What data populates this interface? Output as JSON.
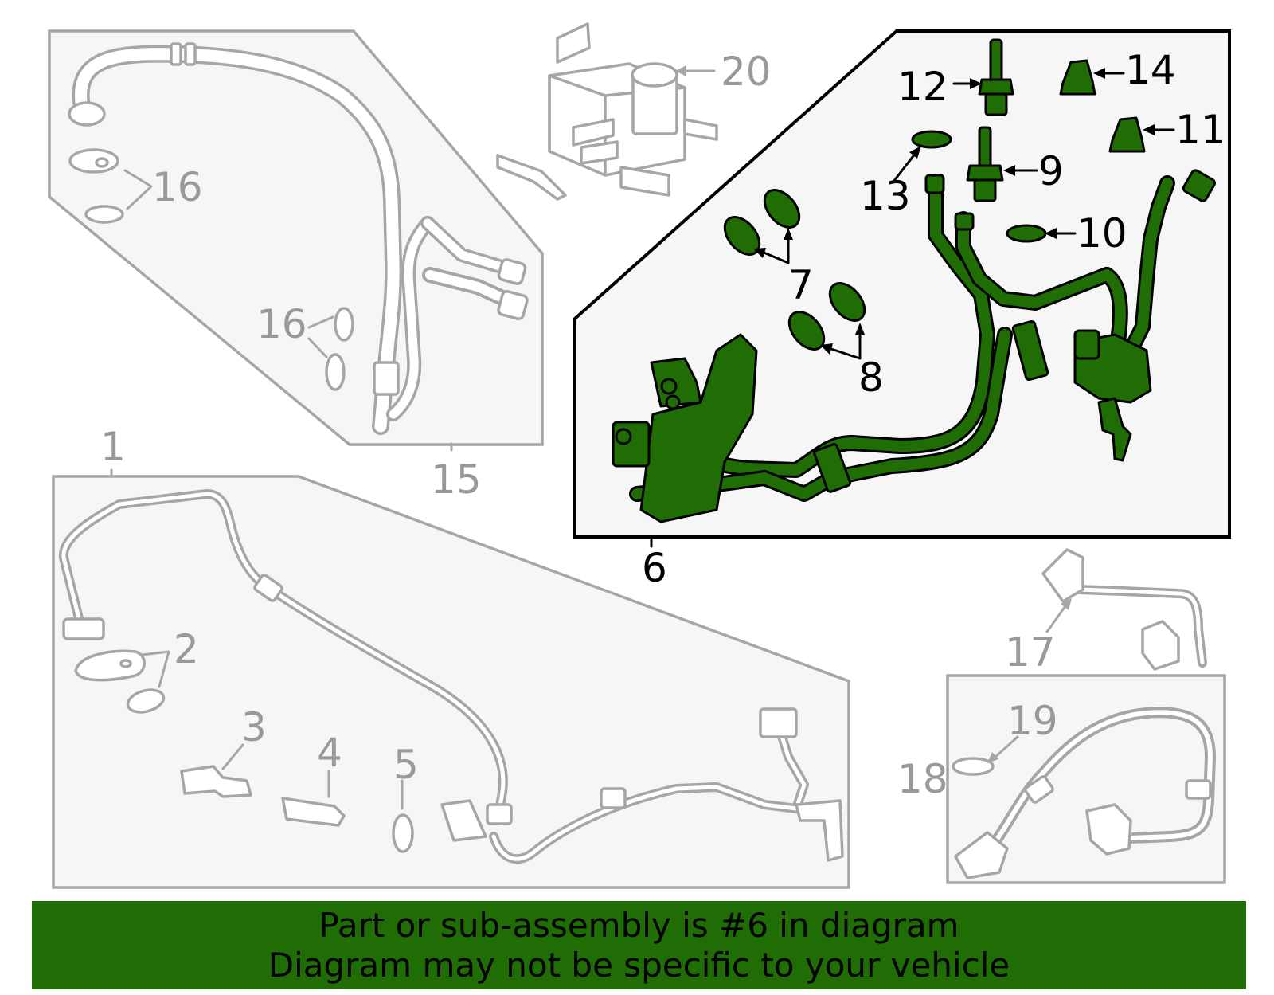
{
  "colors": {
    "highlight": "#1f6d04",
    "footer_bg": "#1f6d04",
    "faded_part": "#a6a6a6",
    "faded_label": "#999999"
  },
  "callouts": {
    "c1": "1",
    "c2": "2",
    "c3": "3",
    "c4": "4",
    "c5": "5",
    "c6": "6",
    "c7": "7",
    "c8": "8",
    "c9": "9",
    "c10": "10",
    "c11": "11",
    "c12": "12",
    "c13": "13",
    "c14": "14",
    "c15": "15",
    "c16a": "16",
    "c16b": "16",
    "c17": "17",
    "c18": "18",
    "c19": "19",
    "c20": "20"
  },
  "footer": {
    "line1": "Part or sub-assembly is #6 in diagram",
    "line2": "Diagram may not be specific to your vehicle"
  }
}
